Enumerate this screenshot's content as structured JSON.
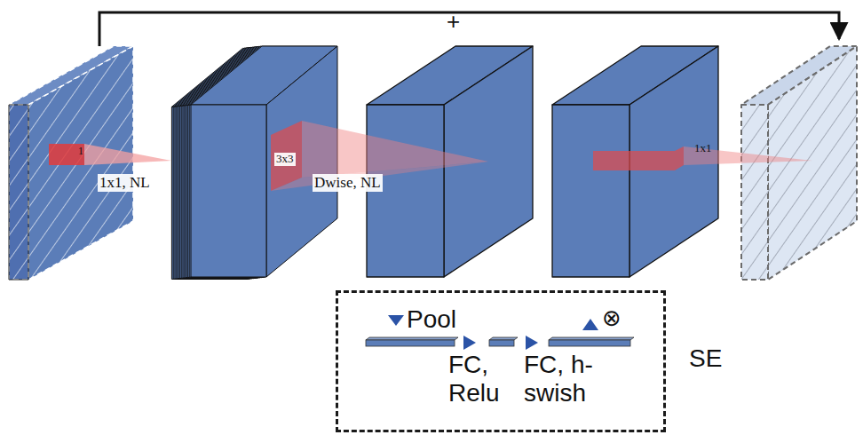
{
  "diagram": {
    "nodes": [
      {
        "text": [
          "SE"
        ]
      }
    ],
    "labels": [
      "+",
      "1",
      "1x1, NL",
      "3x3",
      "Dwise, NL",
      "1x1",
      "Pool",
      "⊗",
      "FC, Relu",
      "FC, h-swish"
    ]
  }
}
